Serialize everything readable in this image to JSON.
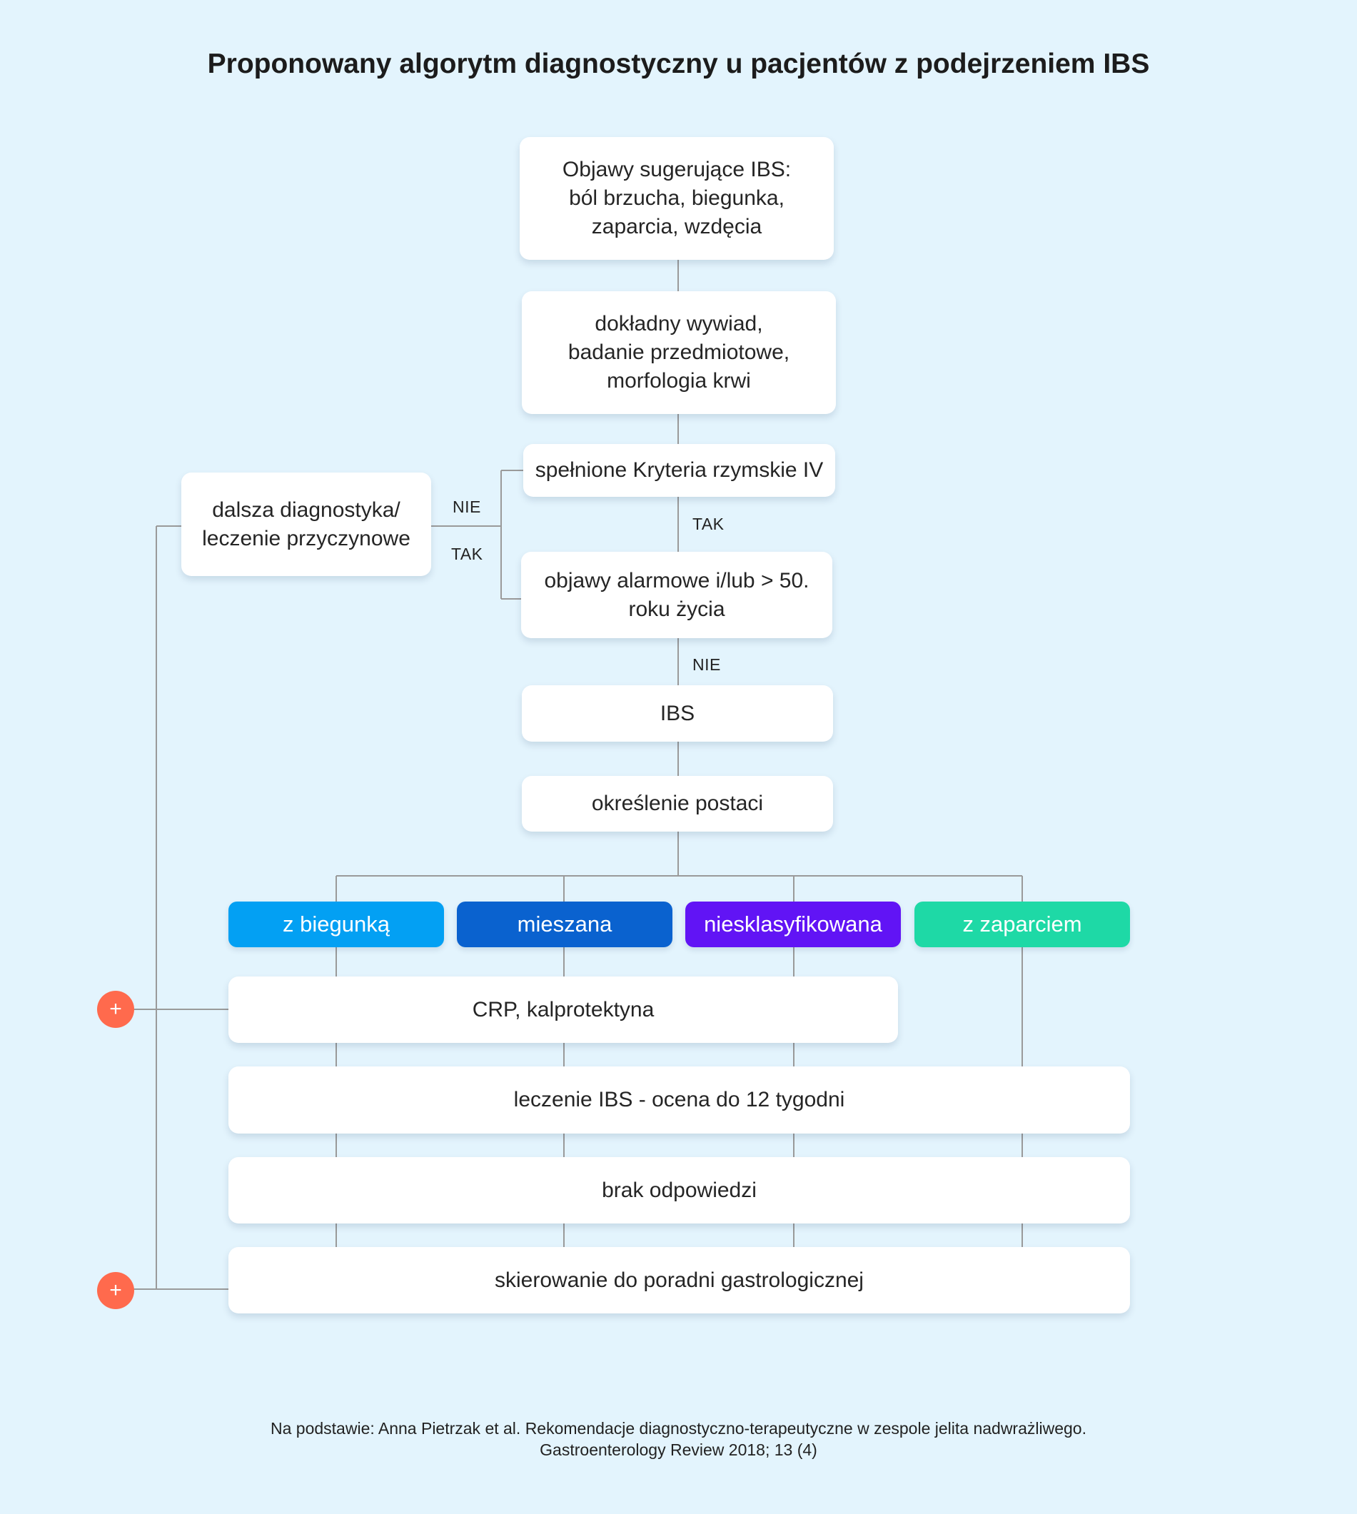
{
  "title": "Proponowany algorytm diagnostyczny u pacjentów z podejrzeniem IBS",
  "nodes": {
    "symptoms": "Objawy sugerujące IBS:\nból brzucha, biegunka,\nzaparcia, wzdęcia",
    "history": "dokładny wywiad,\nbadanie przedmiotowe,\nmorfologia krwi",
    "rome": "spełnione Kryteria rzymskie IV",
    "further": "dalsza diagnostyka/\nleczenie przyczynowe",
    "alarm": "objawy alarmowe i/lub > 50.\nroku życia",
    "ibs": "IBS",
    "subtype": "określenie postaci",
    "crp": "CRP, kalprotektyna",
    "treatment": "leczenie IBS - ocena do 12 tygodni",
    "no_response": "brak odpowiedzi",
    "referral": "skierowanie do poradni gastrologicznej"
  },
  "subtypes": [
    {
      "label": "z biegunką",
      "color": "#03a0f3"
    },
    {
      "label": "mieszana",
      "color": "#0a62cf"
    },
    {
      "label": "niesklasyfikowana",
      "color": "#6114f5"
    },
    {
      "label": "z zaparciem",
      "color": "#1ed9a6"
    }
  ],
  "edge_labels": {
    "rome_no": "NIE",
    "alarm_yes": "TAK",
    "rome_yes": "TAK",
    "alarm_no": "NIE"
  },
  "markers": {
    "plus": "+"
  },
  "colors": {
    "background": "#e3f4fd",
    "connector": "#9a9a9a",
    "plus_marker": "#ff6a4d"
  },
  "footer": {
    "line1": "Na podstawie: Anna Pietrzak et al. Rekomendacje diagnostyczno-terapeutyczne w zespole jelita nadwrażliwego.",
    "line2": "Gastroenterology Review 2018; 13 (4)"
  }
}
